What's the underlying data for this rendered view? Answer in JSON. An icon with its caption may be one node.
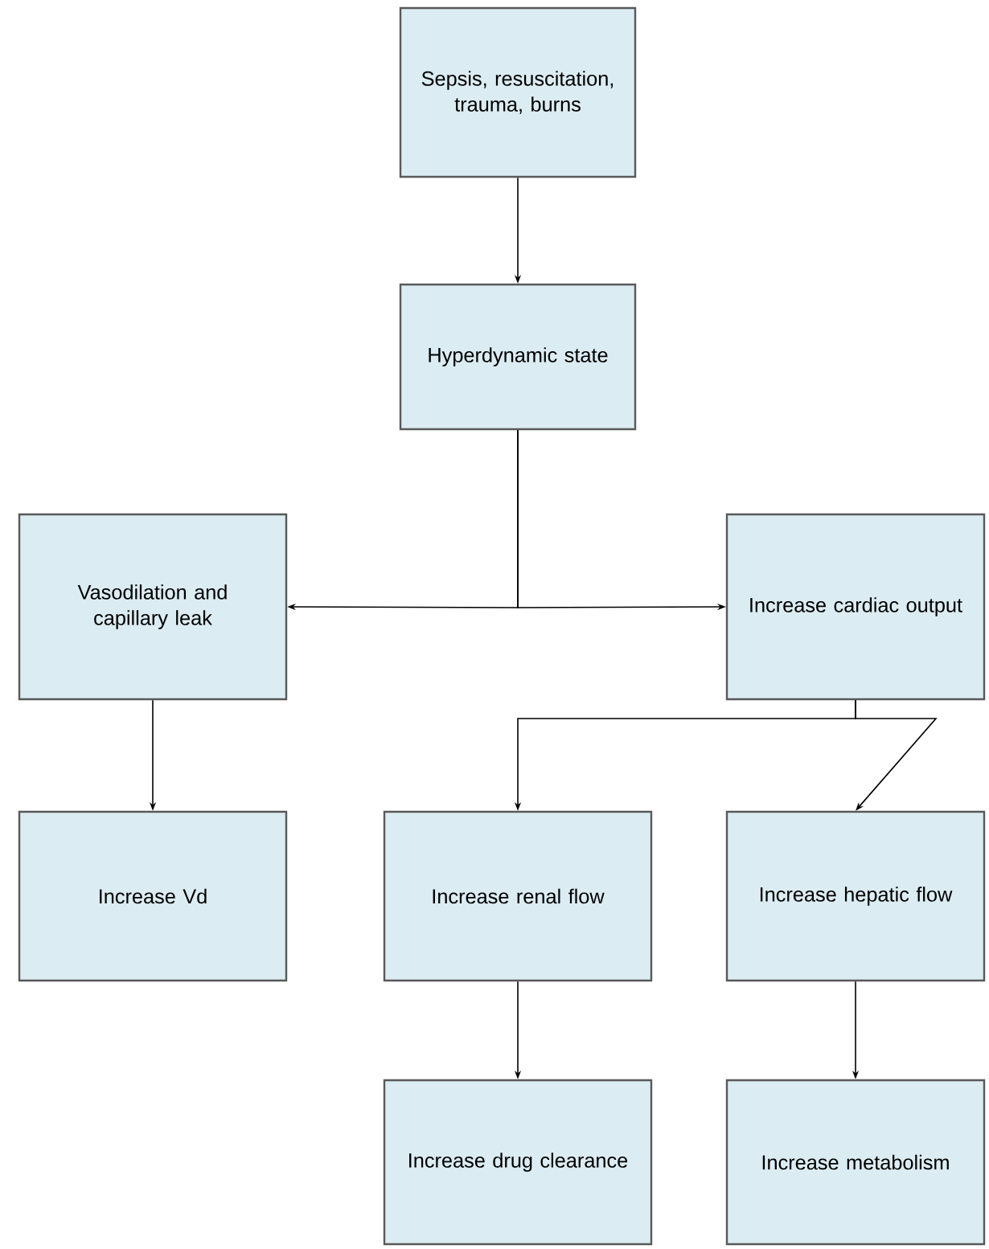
{
  "diagram": {
    "nodes": [
      {
        "text": [
          "Sepsis, resuscitation, trauma, burns"
        ]
      },
      {
        "text": [
          "Hyperdynamic state"
        ]
      },
      {
        "text": [
          "Vasodilation and capillary leak"
        ]
      },
      {
        "text": [
          "Increase cardiac output"
        ]
      },
      {
        "text": [
          "Increase Vd"
        ]
      },
      {
        "text": [
          "Increase renal flow"
        ]
      },
      {
        "text": [
          "Increase hepatic flow"
        ]
      },
      {
        "text": [
          "Increase drug clearance"
        ]
      },
      {
        "text": [
          "Increase metabolism"
        ]
      }
    ],
    "edges": [
      {
        "from": 0,
        "to": 1,
        "arrow": "to"
      },
      {
        "from": 1,
        "to": 2,
        "arrow": "to"
      },
      {
        "from": 1,
        "to": 3,
        "arrow": "to"
      },
      {
        "from": 2,
        "to": 4,
        "arrow": "to"
      },
      {
        "from": 3,
        "to": 5,
        "arrow": "to"
      },
      {
        "from": 3,
        "to": 6,
        "arrow": "to"
      },
      {
        "from": 5,
        "to": 7,
        "arrow": "to"
      },
      {
        "from": 6,
        "to": 8,
        "arrow": "to"
      }
    ]
  }
}
